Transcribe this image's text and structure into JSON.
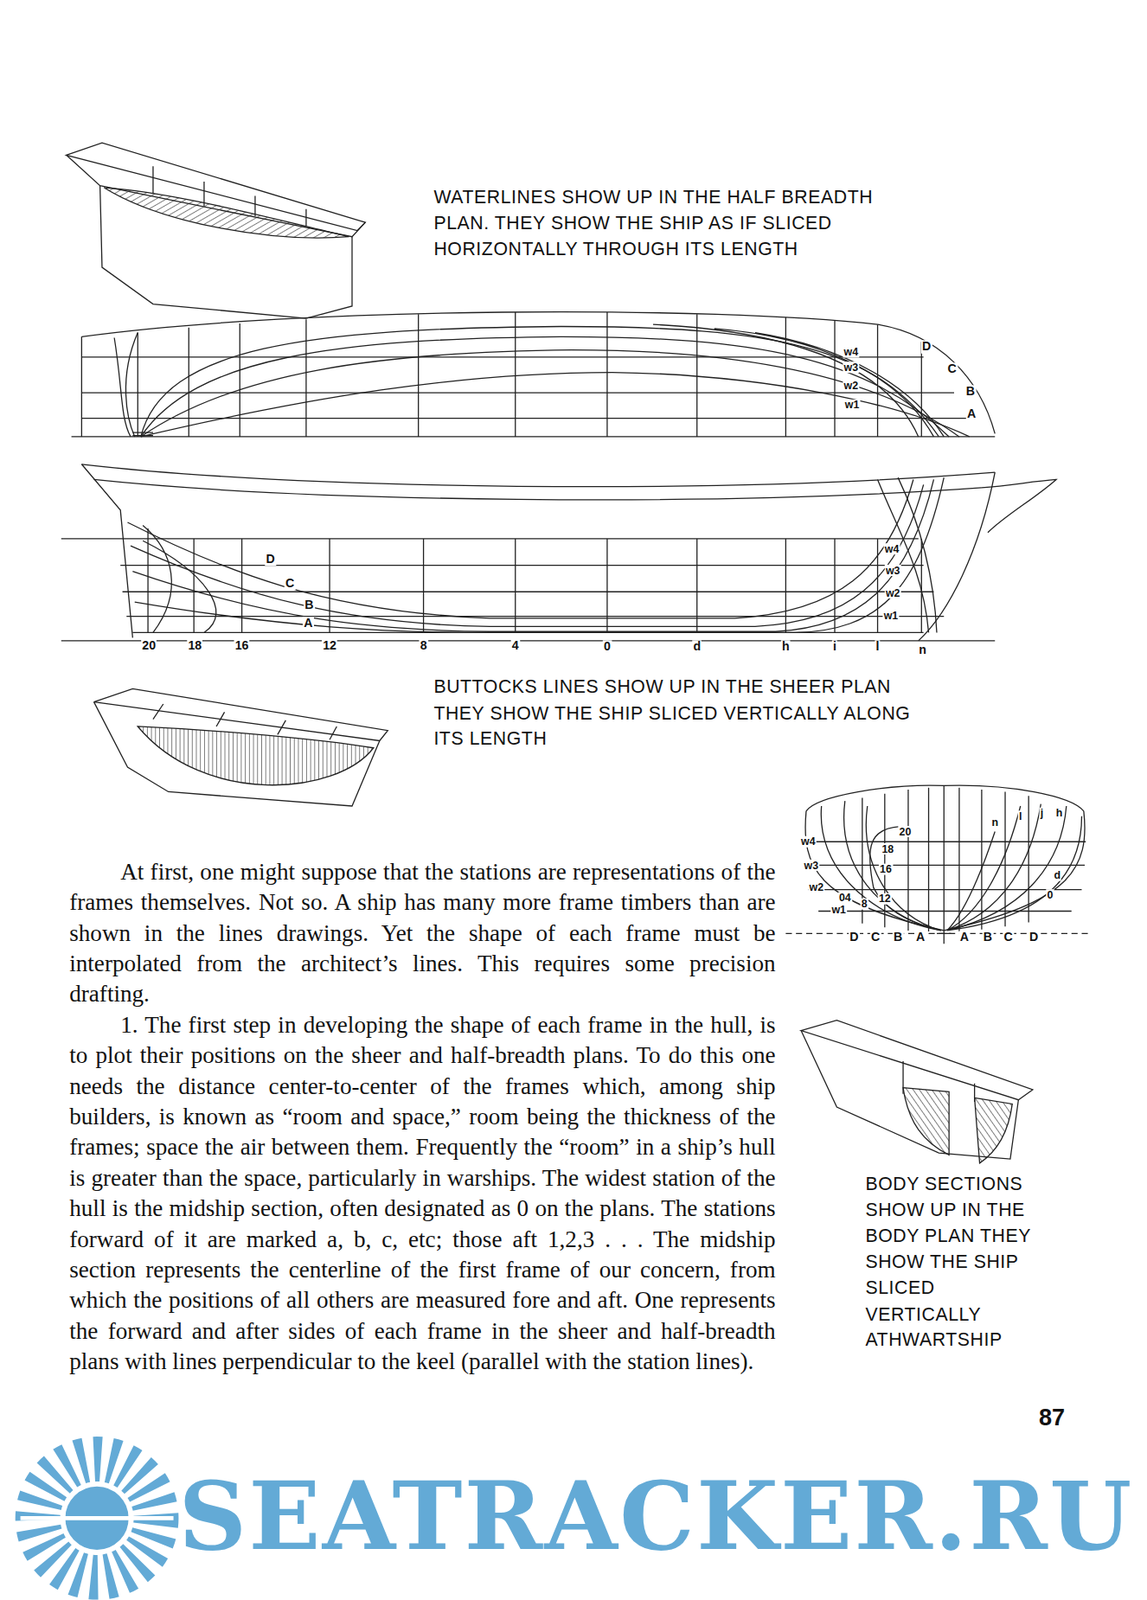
{
  "diagram": {
    "labels": [
      "WATERLINES SHOW UP IN THE HALF BREADTH PLAN. THEY SHOW THE SHIP AS IF SLICED HORIZONTALLY THROUGH ITS LENGTH",
      "D",
      "w4",
      "w3",
      "C",
      "w2",
      "B",
      "w1",
      "A",
      "D",
      "C",
      "B",
      "A",
      "w4",
      "w3",
      "w2",
      "w1",
      "20",
      "18",
      "16",
      "12",
      "8",
      "4",
      "0",
      "d",
      "h",
      "i",
      "l",
      "n",
      "BUTTOCKS LINES SHOW UP IN THE SHEER PLAN THEY SHOW THE SHIP SLICED VERTICALLY ALONG ITS LENGTH",
      "n",
      "l",
      "j",
      "h",
      "20",
      "18",
      "16",
      "12",
      "8",
      "d",
      "0",
      "w4",
      "w3",
      "w2",
      "04",
      "w1",
      "D",
      "C",
      "B",
      "A",
      "A",
      "B",
      "C",
      "D",
      "At first, one might suppose that the stations are representations of the frames themselves. Not so. A ship has many more frame timbers than are shown in the lines drawings. Yet the shape of each frame must be interpolated from the architect’s lines. This requires some precision drafting.",
      "1. The first step in developing the shape of each frame in the hull, is to plot their positions on the sheer and half-breadth plans. To do this one needs the distance center-to-center of the frames which, among ship builders, is known as “room and space,” room being the thickness of the frames; space the air between them. Frequently the “room” in a ship’s hull is greater than the space, particularly in warships. The widest station of the hull is the midship section, often designated as 0 on the plans. The stations forward of it are marked a, b, c, etc; those aft 1,2,3 . . . The midship section represents the centerline of the first frame of our concern, from which the positions of all others are measured fore and aft. One represents the forward and after sides of each frame in the sheer and half-breadth plans with lines perpendicular to the keel (parallel with the station lines).",
      "BODY SECTIONS SHOW UP IN THE BODY PLAN THEY SHOW THE SHIP SLICED VERTICALLY ATHWARTSHIP",
      "87",
      "SEATRACKER.RU"
    ]
  }
}
